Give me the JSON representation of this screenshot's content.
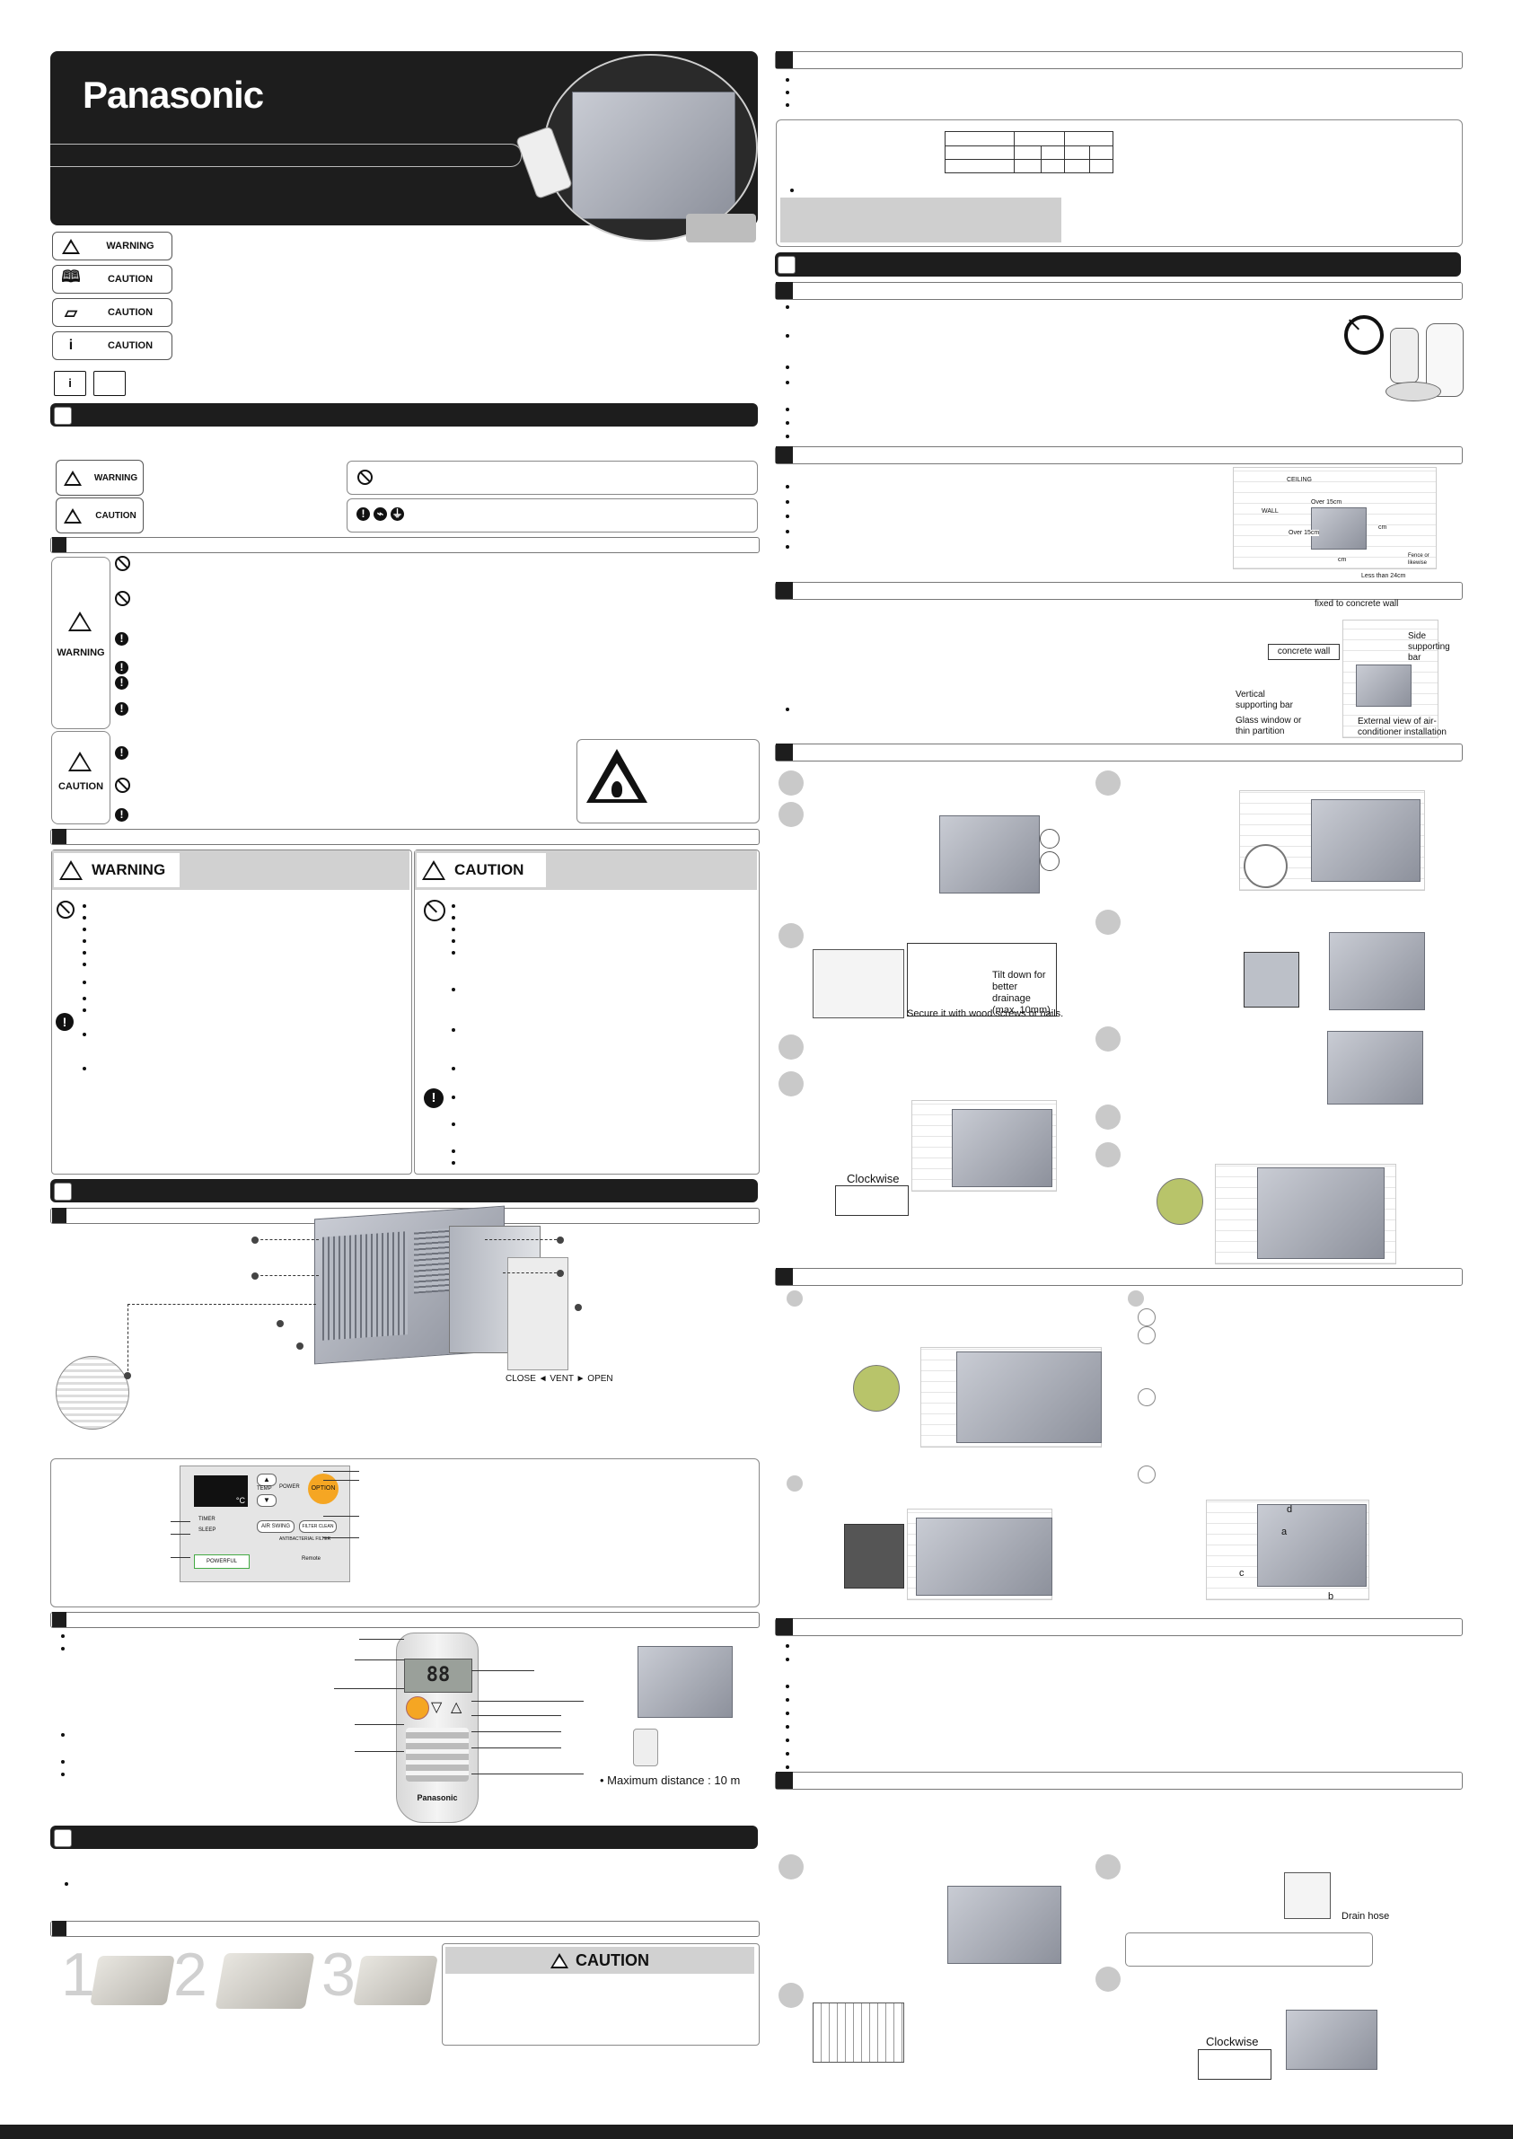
{
  "brand": {
    "name": "Panasonic",
    "color": "#1d1d1d"
  },
  "symbol_boxes": [
    {
      "label": "WARNING"
    },
    {
      "label": "CAUTION"
    },
    {
      "label": "CAUTION"
    },
    {
      "label": "CAUTION"
    }
  ],
  "symbol_legend": {
    "warning": "WARNING",
    "caution": "CAUTION"
  },
  "safety": {
    "warning_label": "WARNING",
    "caution_label": "CAUTION"
  },
  "safety_panels": {
    "warning_title": "WARNING",
    "caution_title": "CAUTION"
  },
  "unit_diagram": {
    "vent_label": "CLOSE ◄ VENT ► OPEN"
  },
  "control_panel": {
    "temp_unit": "°C",
    "temp_label": "TEMP",
    "power_label": "POWER",
    "option_label": "OPTION",
    "timer_label": "TIMER",
    "sleep_label": "SLEEP",
    "powerful_label": "POWERFUL",
    "air_swing_label": "AIR SWING",
    "filter_clean_label": "FILTER CLEAN",
    "antibacterial_label": "ANTIBACTERIAL FILTER",
    "remote_label": "Remote"
  },
  "remote": {
    "display": "88",
    "brand": "Panasonic",
    "max_distance": "• Maximum distance : 10 m"
  },
  "battery": {
    "steps": [
      "1",
      "2",
      "3"
    ],
    "caution_title": "CAUTION"
  },
  "location": {
    "ceiling": "CEILING",
    "wall": "WALL",
    "over_15cm_a": "Over 15cm",
    "over_15cm_b": "Over 15cm",
    "cm_a": "cm",
    "cm_b": "cm",
    "fence": "Fence or likewise",
    "less_than": "Less than 24cm"
  },
  "mounting": {
    "fixed": "fixed to concrete wall",
    "concrete": "concrete wall",
    "side_bar": "Side supporting bar",
    "vertical_bar": "Vertical supporting bar",
    "glass": "Glass window or thin partition",
    "external": "External view of air-conditioner installation"
  },
  "installation": {
    "tilt": "Tilt down for better drainage (max. 10mm).",
    "secure": "Secure it with wood screws or nails.",
    "clockwise": "Clockwise"
  },
  "filter": {
    "a": "a",
    "b": "b",
    "c": "c",
    "d": "d"
  },
  "drain": {
    "hose": "Drain hose",
    "clockwise": "Clockwise"
  },
  "colors": {
    "accent_orange": "#f5a623",
    "dark": "#1d1d1d",
    "grey_panel": "#cfcfcf"
  }
}
